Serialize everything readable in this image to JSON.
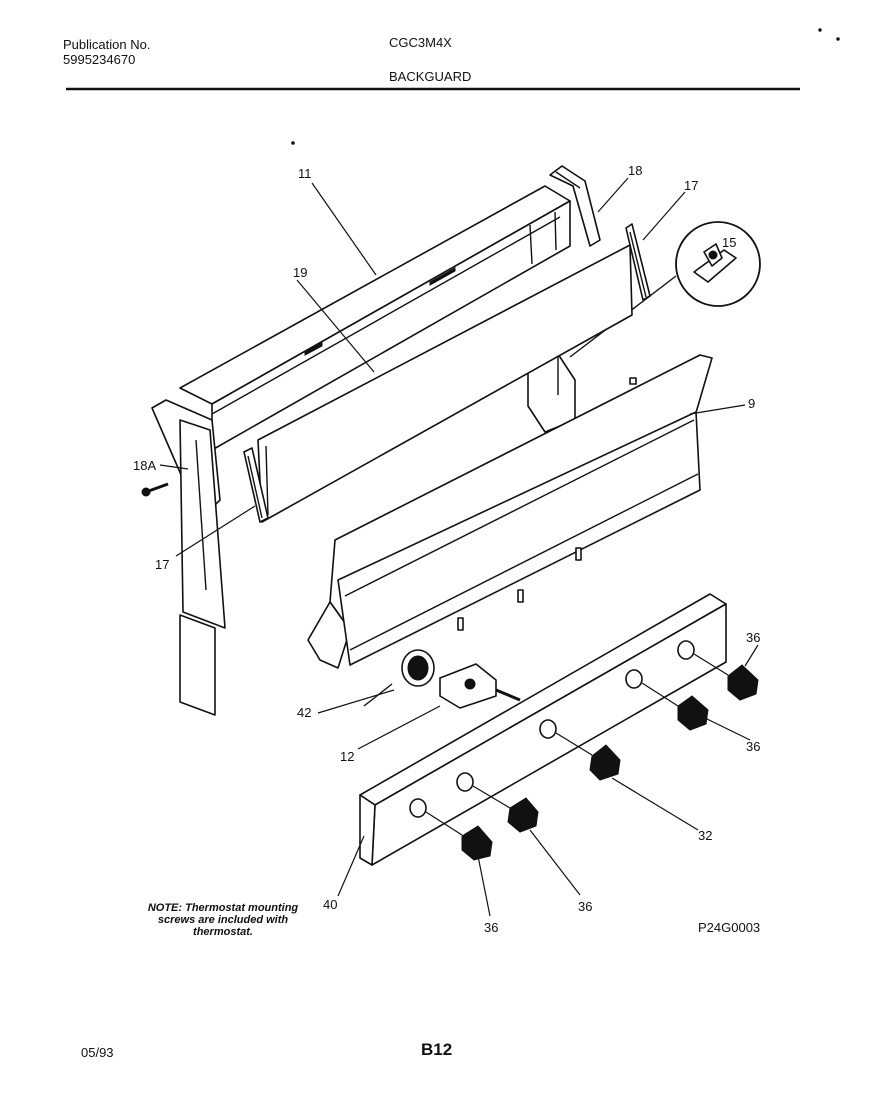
{
  "header": {
    "publication_label": "Publication No.",
    "publication_number": "5995234670",
    "model": "CGC3M4X",
    "section": "BACKGUARD"
  },
  "callouts": {
    "c11": "11",
    "c18": "18",
    "c17_top": "17",
    "c15": "15",
    "c19": "19",
    "c9": "9",
    "c18a": "18A",
    "c17_left": "17",
    "c42": "42",
    "c12": "12",
    "c36_a": "36",
    "c36_b": "36",
    "c32": "32",
    "c36_c": "36",
    "c36_d": "36",
    "c40": "40"
  },
  "note": {
    "line1": "NOTE: Thermostat mounting",
    "line2": "screws are included with",
    "line3": "thermostat."
  },
  "diagram_code": "P24G0003",
  "footer": {
    "date": "05/93",
    "page": "B12"
  }
}
